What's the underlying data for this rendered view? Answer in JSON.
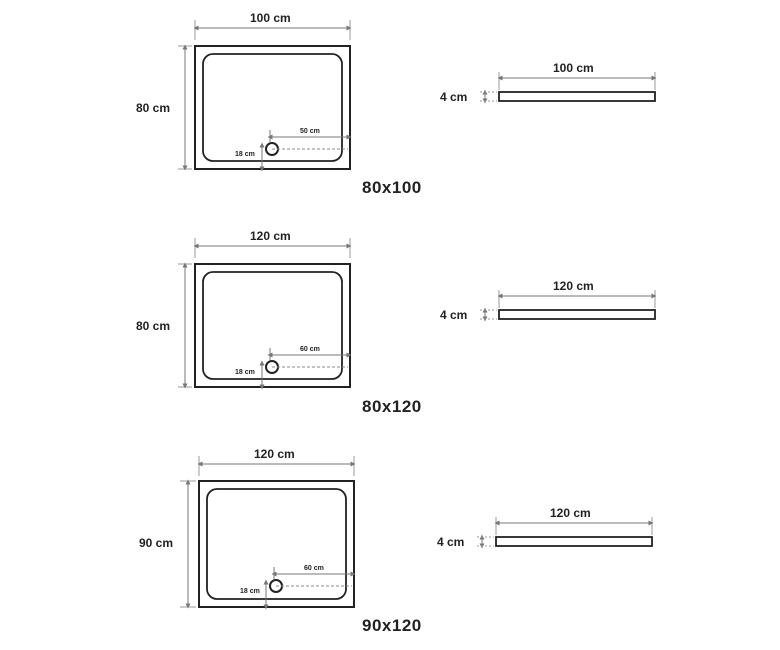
{
  "trays": [
    {
      "title": "80x100",
      "width_label": "100 cm",
      "depth_label": "80 cm",
      "drain_offset_label": "50 cm",
      "drain_edge_label": "18 cm",
      "side_length_label": "100 cm",
      "side_height_label": "4 cm"
    },
    {
      "title": "80x120",
      "width_label": "120 cm",
      "depth_label": "80 cm",
      "drain_offset_label": "60 cm",
      "drain_edge_label": "18 cm",
      "side_length_label": "120 cm",
      "side_height_label": "4 cm"
    },
    {
      "title": "90x120",
      "width_label": "120 cm",
      "depth_label": "90 cm",
      "drain_offset_label": "60 cm",
      "drain_edge_label": "18 cm",
      "side_length_label": "120 cm",
      "side_height_label": "4 cm"
    }
  ],
  "colors": {
    "line": "#222222",
    "dimension": "#777777"
  }
}
